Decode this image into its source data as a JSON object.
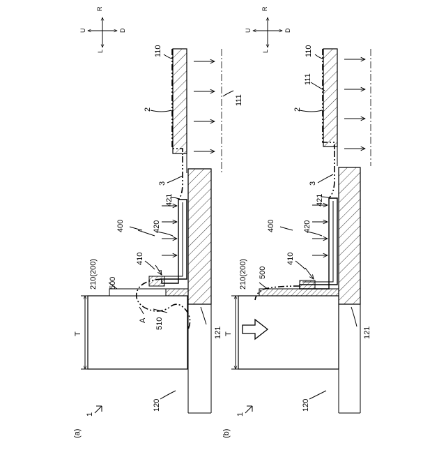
{
  "figure": {
    "panel_a": {
      "label": "(a)",
      "ref_1": "1",
      "ref_T": "T",
      "ref_A": "A",
      "ref_110": "110",
      "ref_111": "111",
      "ref_2": "2",
      "ref_3": "3",
      "ref_400": "400",
      "ref_410": "410",
      "ref_420": "420",
      "ref_421": "421",
      "ref_210": "210(200)",
      "ref_500": "500",
      "ref_510": "510",
      "ref_121": "121",
      "ref_120": "120"
    },
    "panel_b": {
      "label": "(b)",
      "ref_1": "1",
      "ref_T": "T",
      "ref_110": "110",
      "ref_111": "111",
      "ref_2": "2",
      "ref_3": "3",
      "ref_400": "400",
      "ref_410": "410",
      "ref_420": "420",
      "ref_421": "421",
      "ref_210": "210(200)",
      "ref_500": "500",
      "ref_121": "121",
      "ref_120": "120"
    },
    "compass": {
      "up": "U",
      "down": "D",
      "left": "L",
      "right": "R"
    }
  }
}
